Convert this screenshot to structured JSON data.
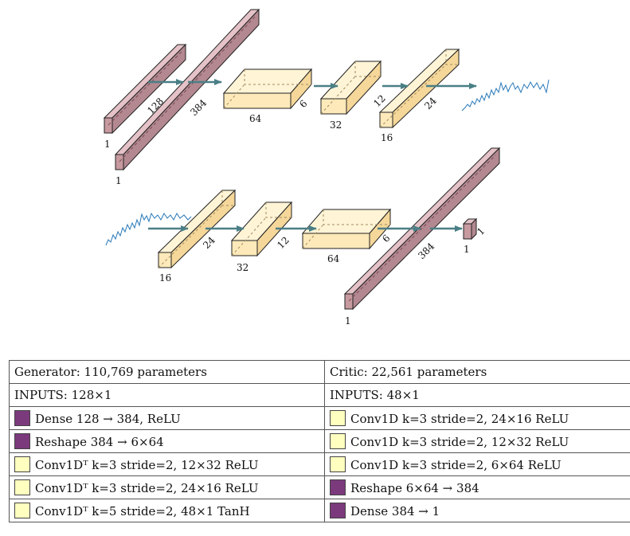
{
  "diagram": {
    "generator_labels": {
      "dense_in_dim": "1",
      "dense_out_dim": "1",
      "dense_in_size": "128",
      "dense_out_size": "384",
      "reshape_size": "64",
      "reshape_depth": "6",
      "conv1_size": "32",
      "conv1_depth": "12",
      "conv2_size": "16",
      "conv2_depth": "24"
    },
    "critic_labels": {
      "conv1_size": "16",
      "conv1_depth": "24",
      "conv2_size": "32",
      "conv2_depth": "12",
      "conv3_size": "64",
      "conv3_depth": "6",
      "dense_size": "384",
      "dense_dim": "1",
      "out_dim_a": "1",
      "out_dim_b": "1"
    },
    "colors": {
      "dense_block": "#c79aa0",
      "conv_block": "#fde9b9",
      "arrow": "#4a7f86",
      "waveform": "#2878b8"
    }
  },
  "table": {
    "generator": {
      "title": "Generator: 110,769 parameters",
      "inputs": "INPUTS: 128×1",
      "layers": [
        {
          "label": "Dense 128 → 384, ReLU",
          "swatch": "purple"
        },
        {
          "label": "Reshape 384 → 6×64",
          "swatch": "purple"
        },
        {
          "label": "Conv1Dᵀ k=3 stride=2, 12×32 ReLU",
          "swatch": "yellow"
        },
        {
          "label": "Conv1Dᵀ k=3 stride=2, 24×16 ReLU",
          "swatch": "yellow"
        },
        {
          "label": "Conv1Dᵀ k=5 stride=2, 48×1 TanH",
          "swatch": "yellow"
        }
      ]
    },
    "critic": {
      "title": "Critic: 22,561 parameters",
      "inputs": "INPUTS: 48×1",
      "layers": [
        {
          "label": "Conv1D k=3 stride=2, 24×16 ReLU",
          "swatch": "yellow"
        },
        {
          "label": "Conv1D k=3 stride=2, 12×32 ReLU",
          "swatch": "yellow"
        },
        {
          "label": "Conv1D k=3 stride=2, 6×64 ReLU",
          "swatch": "yellow"
        },
        {
          "label": "Reshape 6×64 → 384",
          "swatch": "purple"
        },
        {
          "label": "Dense 384 → 1",
          "swatch": "purple"
        }
      ]
    }
  }
}
